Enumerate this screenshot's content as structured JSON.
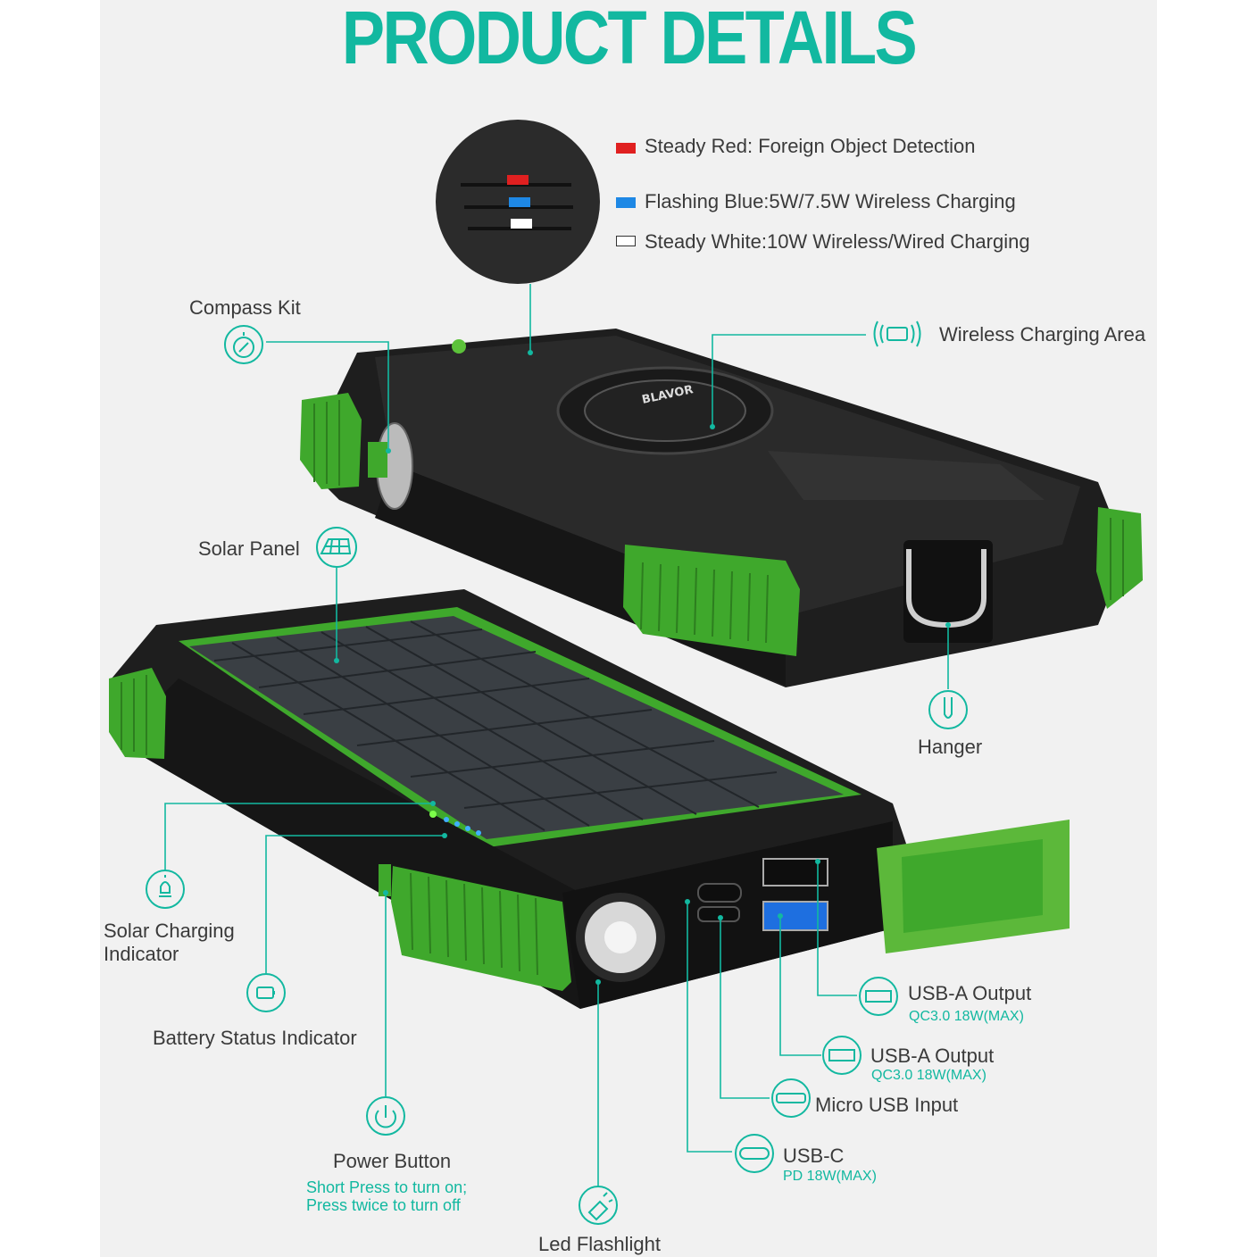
{
  "title": "PRODUCT DETAILS",
  "colors": {
    "accent": "#12b8a0",
    "device_green": "#3fa82c",
    "device_black": "#1c1c1c",
    "led_red": "#e02020",
    "led_blue": "#1e88e5",
    "led_white": "#ffffff"
  },
  "legend": {
    "red": "Steady Red: Foreign Object Detection",
    "blue": "Flashing Blue:5W/7.5W Wireless Charging",
    "white": "Steady White:10W Wireless/Wired Charging"
  },
  "callouts": {
    "compass_kit": "Compass Kit",
    "wireless_charging_area": "Wireless Charging Area",
    "solar_panel": "Solar Panel",
    "hanger": "Hanger",
    "solar_charging_indicator": "Solar Charging\nIndicator",
    "battery_status_indicator": "Battery Status Indicator",
    "power_button": "Power Button",
    "power_button_note_1": "Short Press to turn on;",
    "power_button_note_2": "Press twice to turn off",
    "led_flashlight": "Led Flashlight",
    "usb_a_output_1": "USB-A Output",
    "usb_a_output_1_spec": "QC3.0 18W(MAX)",
    "usb_a_output_2": "USB-A Output",
    "usb_a_output_2_spec": "QC3.0 18W(MAX)",
    "micro_usb_input": "Micro USB Input",
    "usb_c": "USB-C",
    "usb_c_spec": "PD 18W(MAX)"
  },
  "device_brand": "BLAVOR",
  "icons": [
    "compass-icon",
    "wireless-charging-icon",
    "solar-panel-icon",
    "hanger-icon",
    "solar-indicator-icon",
    "battery-status-icon",
    "power-icon",
    "flashlight-icon",
    "usb-a-icon",
    "micro-usb-icon",
    "usb-c-icon"
  ]
}
